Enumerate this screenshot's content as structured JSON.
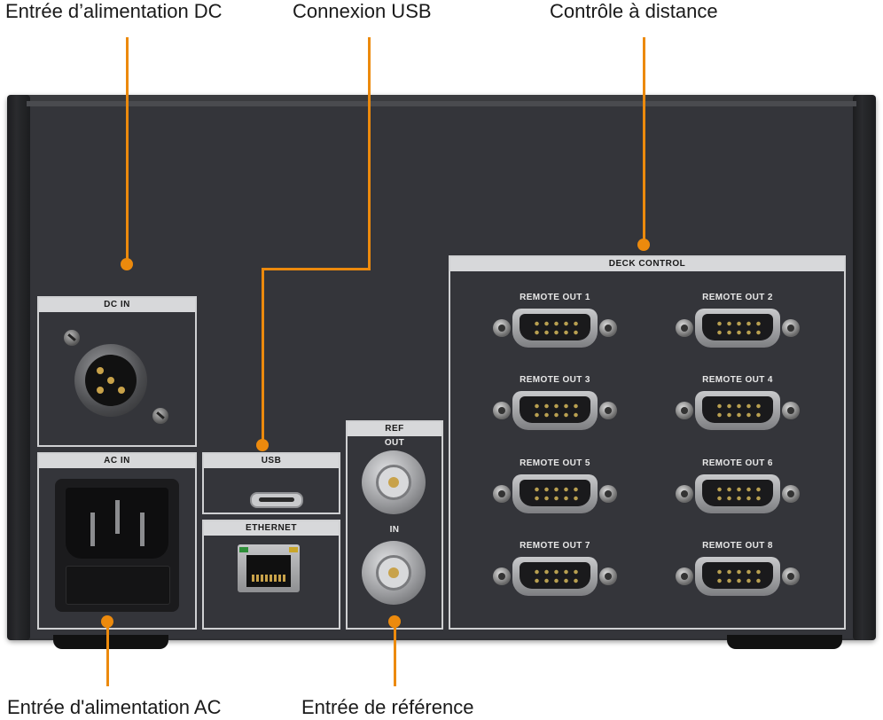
{
  "callouts": {
    "dc_power": "Entrée d’alimentation DC",
    "usb": "Connexion USB",
    "remote": "Contrôle à distance",
    "ac_power": "Entrée d'alimentation AC",
    "reference": "Entrée de référence"
  },
  "panel": {
    "dc_in": "DC IN",
    "ac_in": "AC IN",
    "usb": "USB",
    "ethernet": "ETHERNET",
    "ref": "REF",
    "ref_out": "OUT",
    "ref_in": "IN",
    "deck_control": "DECK CONTROL",
    "remote_outs": [
      "REMOTE OUT 1",
      "REMOTE OUT 2",
      "REMOTE OUT 3",
      "REMOTE OUT 4",
      "REMOTE OUT 5",
      "REMOTE OUT 6",
      "REMOTE OUT 7",
      "REMOTE OUT 8"
    ]
  },
  "colors": {
    "callout_line": "#ec8a0d",
    "chassis": "#34353a",
    "section_header": "#d7d8da"
  }
}
